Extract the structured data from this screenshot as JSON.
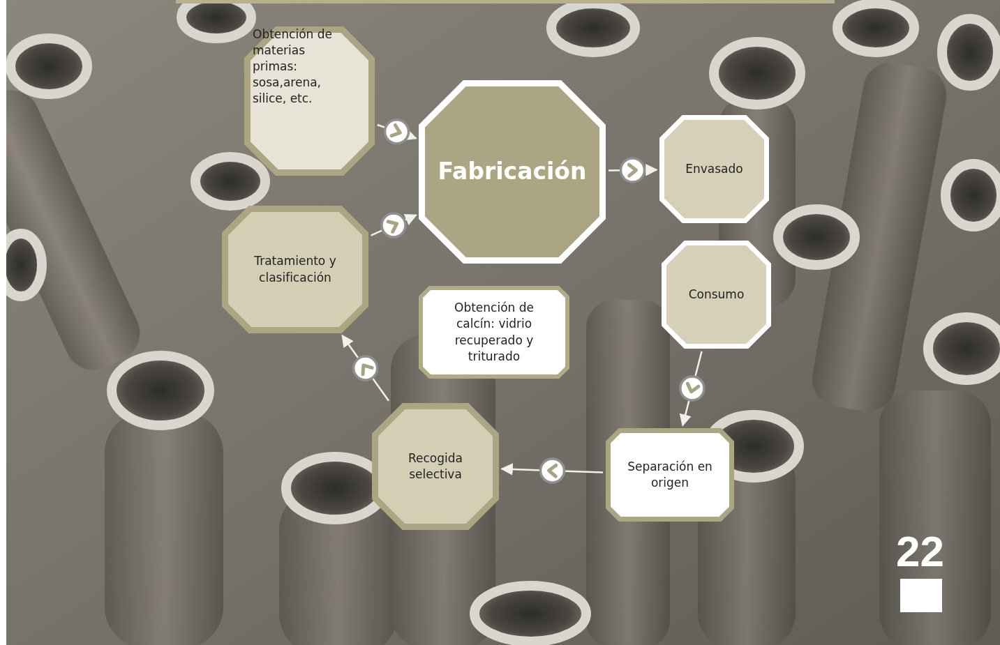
{
  "diagram": {
    "nodes": [
      {
        "text": [
          "Obtención de materias primas: sosa,arena, silice, etc."
        ]
      },
      {
        "text": [
          "Fabricación"
        ]
      },
      {
        "text": [
          "Envasado"
        ]
      },
      {
        "text": [
          "Consumo"
        ]
      },
      {
        "text": [
          "Tratamiento y clasificación"
        ]
      },
      {
        "text": [
          "Obtención de calcín: vidrio recuperado y triturado"
        ]
      },
      {
        "text": [
          "Recogida selectiva"
        ]
      },
      {
        "text": [
          "Separación en origen"
        ]
      }
    ],
    "edges": [
      {
        "from": 0,
        "to": 1,
        "arrow": "to"
      },
      {
        "from": 1,
        "to": 2,
        "arrow": "to"
      },
      {
        "from": 3,
        "to": 7,
        "arrow": "to"
      },
      {
        "from": 7,
        "to": 6,
        "arrow": "to"
      },
      {
        "from": 6,
        "to": 4,
        "arrow": "to"
      },
      {
        "from": 4,
        "to": 1,
        "arrow": "to"
      }
    ],
    "labels": [
      "22"
    ]
  }
}
